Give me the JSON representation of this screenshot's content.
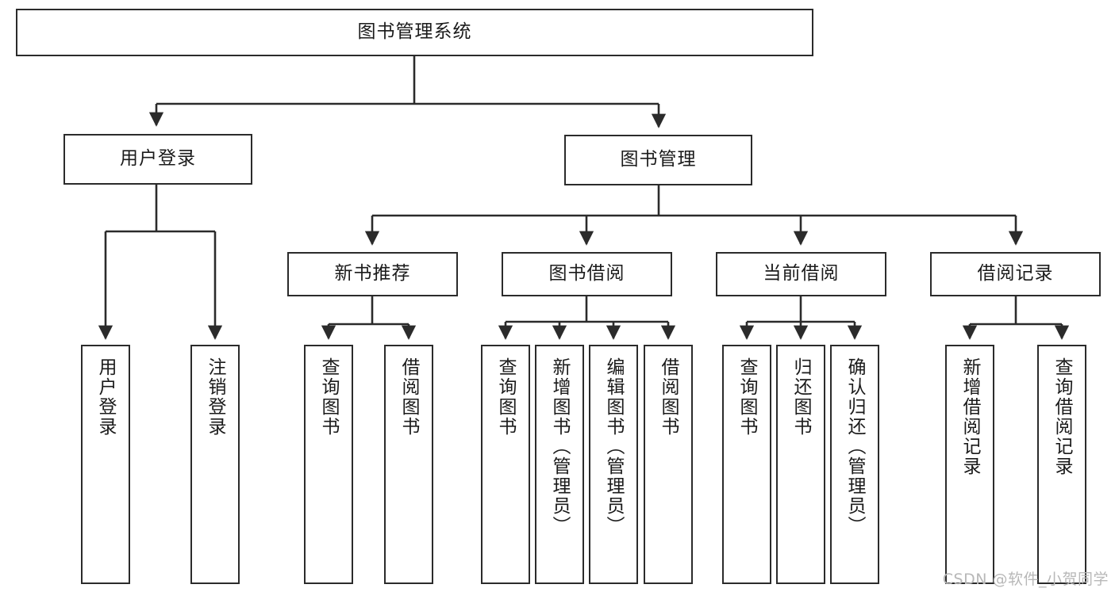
{
  "diagram": {
    "title": "图书管理系统",
    "type": "tree",
    "watermark": "CSDN @软件_小贺同学",
    "colors": {
      "box_border": "#2b2b2b",
      "box_fill": "#ffffff",
      "connector": "#2b2b2b",
      "text": "#1b1b1b",
      "watermark": "#b8b8b8"
    },
    "root": {
      "id": "root",
      "label": "图书管理系统",
      "orientation": "horizontal"
    },
    "level2": [
      {
        "id": "user-login",
        "label": "用户登录",
        "orientation": "horizontal"
      },
      {
        "id": "book-manage",
        "label": "图书管理",
        "orientation": "horizontal"
      }
    ],
    "level3": [
      {
        "id": "new-book-rec",
        "label": "新书推荐",
        "orientation": "horizontal",
        "parent": "book-manage"
      },
      {
        "id": "book-borrow",
        "label": "图书借阅",
        "orientation": "horizontal",
        "parent": "book-manage"
      },
      {
        "id": "current-borrow",
        "label": "当前借阅",
        "orientation": "horizontal",
        "parent": "book-manage"
      },
      {
        "id": "borrow-record",
        "label": "借阅记录",
        "orientation": "horizontal",
        "parent": "book-manage"
      }
    ],
    "leaves": [
      {
        "id": "leaf-user-login",
        "label": "用户登录",
        "orientation": "vertical",
        "parent": "user-login"
      },
      {
        "id": "leaf-user-logout",
        "label": "注销登录",
        "orientation": "vertical",
        "parent": "user-login"
      },
      {
        "id": "leaf-query-book-1",
        "label": "查询图书",
        "orientation": "vertical",
        "parent": "new-book-rec"
      },
      {
        "id": "leaf-borrow-book-1",
        "label": "借阅图书",
        "orientation": "vertical",
        "parent": "new-book-rec"
      },
      {
        "id": "leaf-query-book-2",
        "label": "查询图书",
        "orientation": "vertical",
        "parent": "book-borrow"
      },
      {
        "id": "leaf-add-book",
        "label": "新增图书（管理员）",
        "orientation": "vertical",
        "parent": "book-borrow"
      },
      {
        "id": "leaf-edit-book",
        "label": "编辑图书（管理员）",
        "orientation": "vertical",
        "parent": "book-borrow"
      },
      {
        "id": "leaf-borrow-book-2",
        "label": "借阅图书",
        "orientation": "vertical",
        "parent": "book-borrow"
      },
      {
        "id": "leaf-query-book-3",
        "label": "查询图书",
        "orientation": "vertical",
        "parent": "current-borrow"
      },
      {
        "id": "leaf-return-book",
        "label": "归还图书",
        "orientation": "vertical",
        "parent": "current-borrow"
      },
      {
        "id": "leaf-confirm-return",
        "label": "确认归还（管理员）",
        "orientation": "vertical",
        "parent": "current-borrow"
      },
      {
        "id": "leaf-add-record",
        "label": "新增借阅记录",
        "orientation": "vertical",
        "parent": "borrow-record"
      },
      {
        "id": "leaf-query-record",
        "label": "查询借阅记录",
        "orientation": "vertical",
        "parent": "borrow-record"
      }
    ]
  }
}
